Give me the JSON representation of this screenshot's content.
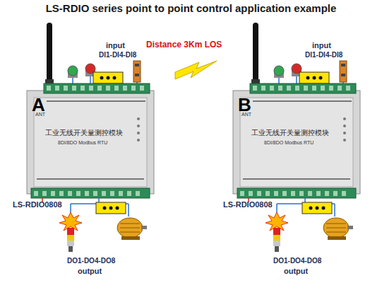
{
  "diagram": {
    "title": "LS-RDIO series point to point control application example",
    "nodes": [
      {
        "text": [
          "ANT",
          "工业无线开关量测控模块",
          "8DI/8DO Modbus RTU"
        ]
      },
      {
        "text": [
          "ANT",
          "工业无线开关量测控模块",
          "8DI/8DO Modbus RTU"
        ]
      }
    ],
    "labels": [
      "A",
      "input",
      "DI1-DI4-DI8",
      "LS-RDIO0808",
      "DO1-DO4-DO8",
      "output",
      "Distance 3Km LOS",
      "B",
      "input",
      "DI1-DI4-DI8",
      "LS-RDIO0808",
      "DO1-DO4-DO8",
      "output"
    ]
  }
}
